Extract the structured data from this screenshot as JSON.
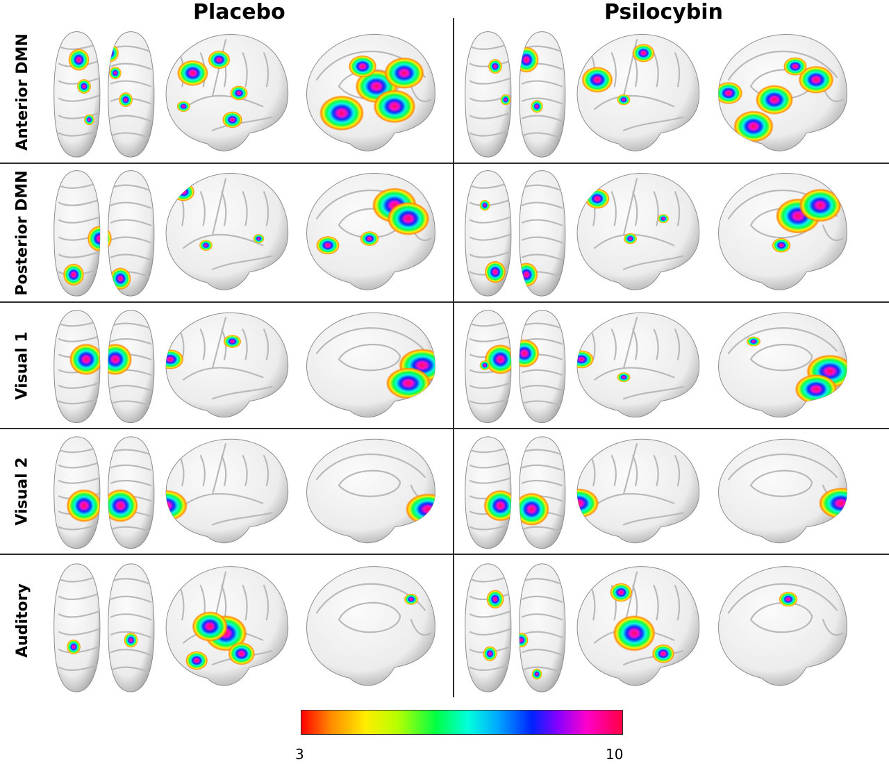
{
  "columns": [
    {
      "title": "Placebo"
    },
    {
      "title": "Psilocybin"
    }
  ],
  "rows": [
    {
      "label": "Anterior DMN"
    },
    {
      "label": "Posterior DMN"
    },
    {
      "label": "Visual 1"
    },
    {
      "label": "Visual 2"
    },
    {
      "label": "Auditory"
    }
  ],
  "colorbar": {
    "min_label": "3",
    "max_label": "10",
    "colors": [
      "#ff0000",
      "#ff8800",
      "#ffee00",
      "#00ff44",
      "#00ffdd",
      "#0022ff",
      "#ff00cc",
      "#ff0044"
    ]
  },
  "brain_colors": {
    "cortex": "#ececec",
    "cortex_shadow": "#9a9a9a",
    "sulcus": "#b9b9b9"
  },
  "panels": [
    {
      "row": 0,
      "col": 0,
      "views": [
        {
          "spots": [
            [
              0.25,
              0.25,
              0.6
            ],
            [
              0.55,
              0.2,
              0.5
            ],
            [
              0.3,
              0.45,
              0.4
            ],
            [
              0.7,
              0.55,
              0.4
            ],
            [
              0.35,
              0.7,
              0.3
            ],
            [
              0.6,
              0.35,
              0.35
            ]
          ]
        },
        {
          "spots": [
            [
              0.45,
              0.25,
              0.5
            ],
            [
              0.25,
              0.35,
              0.7
            ],
            [
              0.6,
              0.5,
              0.4
            ],
            [
              0.55,
              0.7,
              0.45
            ],
            [
              0.18,
              0.6,
              0.3
            ]
          ]
        },
        {
          "spots": [
            [
              0.3,
              0.65,
              0.95
            ],
            [
              0.55,
              0.45,
              0.9
            ],
            [
              0.75,
              0.35,
              0.85
            ],
            [
              0.45,
              0.3,
              0.6
            ],
            [
              0.68,
              0.6,
              0.9
            ]
          ]
        }
      ]
    },
    {
      "row": 0,
      "col": 1,
      "views": [
        {
          "spots": [
            [
              0.3,
              0.3,
              0.4
            ],
            [
              0.6,
              0.25,
              0.7
            ],
            [
              0.4,
              0.55,
              0.3
            ],
            [
              0.7,
              0.6,
              0.35
            ]
          ]
        },
        {
          "spots": [
            [
              0.2,
              0.4,
              0.7
            ],
            [
              0.55,
              0.2,
              0.5
            ],
            [
              0.4,
              0.55,
              0.3
            ]
          ]
        },
        {
          "spots": [
            [
              0.12,
              0.5,
              0.6
            ],
            [
              0.45,
              0.55,
              0.8
            ],
            [
              0.75,
              0.4,
              0.75
            ],
            [
              0.3,
              0.75,
              0.85
            ],
            [
              0.6,
              0.3,
              0.5
            ]
          ]
        }
      ]
    },
    {
      "row": 1,
      "col": 0,
      "views": [
        {
          "spots": [
            [
              0.2,
              0.82,
              0.6
            ],
            [
              0.65,
              0.85,
              0.6
            ],
            [
              0.45,
              0.55,
              0.7
            ]
          ]
        },
        {
          "spots": [
            [
              0.18,
              0.2,
              0.5
            ],
            [
              0.35,
              0.6,
              0.3
            ],
            [
              0.75,
              0.55,
              0.25
            ]
          ]
        },
        {
          "spots": [
            [
              0.68,
              0.3,
              0.95
            ],
            [
              0.78,
              0.4,
              0.9
            ],
            [
              0.2,
              0.6,
              0.5
            ],
            [
              0.5,
              0.55,
              0.4
            ]
          ]
        }
      ]
    },
    {
      "row": 1,
      "col": 1,
      "views": [
        {
          "spots": [
            [
              0.3,
              0.8,
              0.6
            ],
            [
              0.6,
              0.82,
              0.65
            ],
            [
              0.2,
              0.3,
              0.3
            ]
          ]
        },
        {
          "spots": [
            [
              0.2,
              0.25,
              0.55
            ],
            [
              0.45,
              0.55,
              0.3
            ],
            [
              0.7,
              0.4,
              0.25
            ]
          ]
        },
        {
          "spots": [
            [
              0.62,
              0.38,
              0.95
            ],
            [
              0.78,
              0.3,
              0.9
            ],
            [
              0.5,
              0.6,
              0.4
            ]
          ]
        }
      ]
    },
    {
      "row": 2,
      "col": 0,
      "views": [
        {
          "spots": [
            [
              0.32,
              0.45,
              0.95
            ],
            [
              0.6,
              0.45,
              0.95
            ]
          ]
        },
        {
          "spots": [
            [
              0.08,
              0.45,
              0.6
            ],
            [
              0.55,
              0.3,
              0.4
            ]
          ]
        },
        {
          "spots": [
            [
              0.88,
              0.5,
              1.0
            ],
            [
              0.78,
              0.65,
              0.95
            ]
          ]
        }
      ]
    },
    {
      "row": 2,
      "col": 1,
      "views": [
        {
          "spots": [
            [
              0.35,
              0.45,
              0.9
            ],
            [
              0.58,
              0.4,
              0.85
            ],
            [
              0.2,
              0.5,
              0.3
            ]
          ]
        },
        {
          "spots": [
            [
              0.08,
              0.45,
              0.55
            ],
            [
              0.4,
              0.6,
              0.3
            ]
          ]
        },
        {
          "spots": [
            [
              0.85,
              0.55,
              1.0
            ],
            [
              0.75,
              0.7,
              0.9
            ],
            [
              0.3,
              0.3,
              0.3
            ]
          ]
        }
      ]
    },
    {
      "row": 3,
      "col": 0,
      "views": [
        {
          "spots": [
            [
              0.3,
              0.62,
              1.0
            ],
            [
              0.65,
              0.62,
              1.0
            ]
          ]
        },
        {
          "spots": [
            [
              0.05,
              0.62,
              0.95
            ]
          ]
        },
        {
          "spots": [
            [
              0.92,
              0.65,
              0.95
            ]
          ]
        }
      ]
    },
    {
      "row": 3,
      "col": 1,
      "views": [
        {
          "spots": [
            [
              0.35,
              0.62,
              0.95
            ],
            [
              0.65,
              0.65,
              1.0
            ]
          ]
        },
        {
          "spots": [
            [
              0.06,
              0.6,
              0.9
            ]
          ]
        },
        {
          "spots": [
            [
              0.93,
              0.6,
              0.95
            ]
          ]
        }
      ]
    },
    {
      "row": 4,
      "col": 0,
      "views": [
        {
          "spots": [
            [
              0.2,
              0.65,
              0.4
            ],
            [
              0.75,
              0.6,
              0.4
            ]
          ]
        },
        {
          "spots": [
            [
              0.5,
              0.55,
              0.95
            ],
            [
              0.38,
              0.5,
              0.8
            ],
            [
              0.28,
              0.75,
              0.5
            ],
            [
              0.62,
              0.7,
              0.6
            ]
          ]
        },
        {
          "spots": [
            [
              0.8,
              0.3,
              0.3
            ]
          ]
        }
      ]
    },
    {
      "row": 4,
      "col": 1,
      "views": [
        {
          "spots": [
            [
              0.3,
              0.3,
              0.5
            ],
            [
              0.55,
              0.6,
              0.4
            ],
            [
              0.25,
              0.7,
              0.4
            ],
            [
              0.7,
              0.85,
              0.3
            ]
          ]
        },
        {
          "spots": [
            [
              0.48,
              0.55,
              0.95
            ],
            [
              0.38,
              0.25,
              0.5
            ],
            [
              0.7,
              0.7,
              0.5
            ]
          ]
        },
        {
          "spots": [
            [
              0.55,
              0.3,
              0.4
            ]
          ]
        }
      ]
    }
  ]
}
